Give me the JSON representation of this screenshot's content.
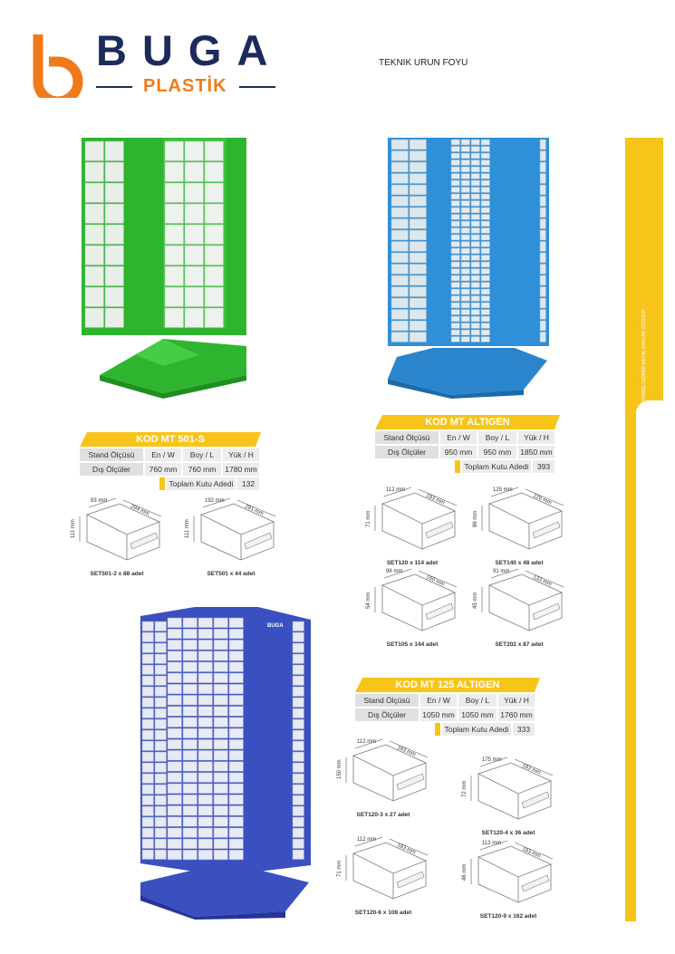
{
  "logo": {
    "brand": "BUGA",
    "sub": "PLASTİK"
  },
  "header_title": "TEKNIK URUN FOYU",
  "side_label": "ÇEVİRMELİ DÖNER METAL RAFLAR GÖZLERİ",
  "colors": {
    "accent": "#f7c41a",
    "navy": "#1c2a5c",
    "orange": "#f07a1a",
    "green": "#33b333",
    "blue": "#2f8fd8",
    "royal": "#3a4fc0"
  },
  "panels": [
    {
      "title": "KOD MT 501-S",
      "headers": [
        "Stand Ölçüsü",
        "En / W",
        "Boy / L",
        "Yük / H"
      ],
      "values": [
        "Dış Ölçüler",
        "760 mm",
        "760 mm",
        "1780 mm"
      ],
      "total_label": "Toplam Kutu Adedi",
      "total_value": "132",
      "boxes": [
        {
          "w": "93 mm",
          "l": "294 mm",
          "h": "111 mm",
          "caption": "SET501-2 x 88 adet"
        },
        {
          "w": "192 mm",
          "l": "291 mm",
          "h": "111 mm",
          "caption": "SET501 x 44 adet"
        }
      ]
    },
    {
      "title": "KOD MT ALTIGEN",
      "headers": [
        "Stand Ölçüsü",
        "En / W",
        "Boy / L",
        "Yük / H"
      ],
      "values": [
        "Dış Ölçüler",
        "950 mm",
        "950 mm",
        "1850 mm"
      ],
      "total_label": "Toplam Kutu Adedi",
      "total_value": "393",
      "boxes": [
        {
          "w": "112 mm",
          "l": "193 mm",
          "h": "71 mm",
          "caption": "SET120 x 114 adet"
        },
        {
          "w": "125 mm",
          "l": "226 mm",
          "h": "86 mm",
          "caption": "SET140 x 48 adet"
        },
        {
          "w": "96 mm",
          "l": "160 mm",
          "h": "54 mm",
          "caption": "SET105 x 144 adet"
        },
        {
          "w": "91 mm",
          "l": "133 mm",
          "h": "45 mm",
          "caption": "SET202 x 87 adet"
        }
      ]
    },
    {
      "title": "KOD MT 125 ALTIGEN",
      "headers": [
        "Stand Ölçüsü",
        "En / W",
        "Boy / L",
        "Yük / H"
      ],
      "values": [
        "Dış Ölçüler",
        "1050 mm",
        "1050 mm",
        "1760 mm"
      ],
      "total_label": "Toplam Kutu Adedi",
      "total_value": "333",
      "boxes": [
        {
          "w": "112 mm",
          "l": "193 mm",
          "h": "150 mm",
          "caption": "SET120-3 x 27 adet"
        },
        {
          "w": "175 mm",
          "l": "193 mm",
          "h": "72 mm",
          "caption": "SET120-4 x 36 adet"
        },
        {
          "w": "112 mm",
          "l": "193 mm",
          "h": "71 mm",
          "caption": "SET120-6 x 108 adet"
        },
        {
          "w": "113 mm",
          "l": "193 mm",
          "h": "46 mm",
          "caption": "SET120-9 x 162 adet"
        }
      ]
    }
  ],
  "product_images": [
    {
      "name": "green-rotating-rack",
      "color": "green"
    },
    {
      "name": "blue-hexagonal-rack",
      "color": "blue"
    },
    {
      "name": "royal-blue-hexagonal-rack",
      "color": "royal",
      "badge": "BUGA"
    }
  ]
}
